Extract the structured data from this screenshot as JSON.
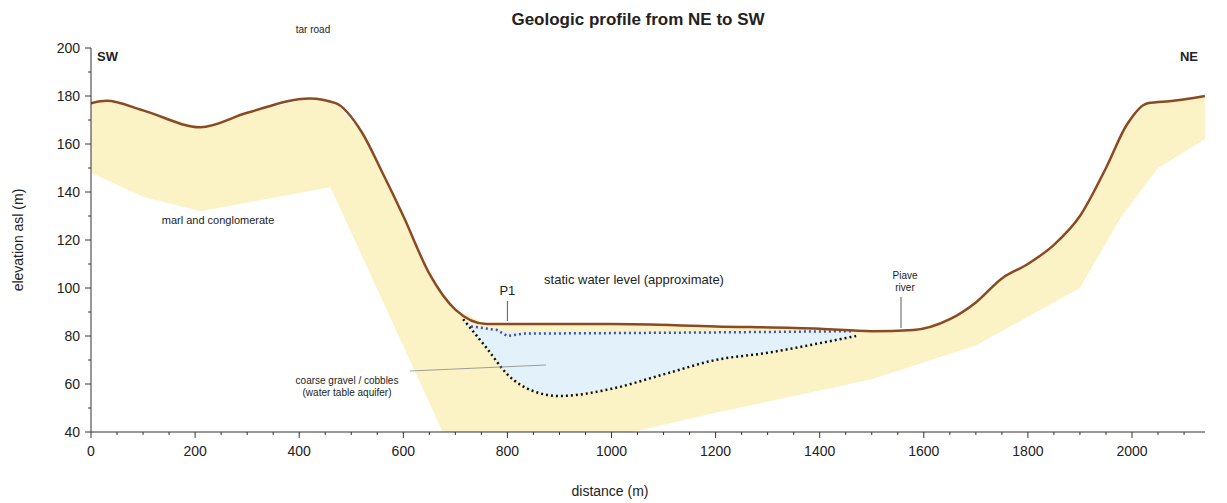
{
  "diagram": {
    "title": "Geologic profile from NE to SW",
    "labels": [
      "SW",
      "tar road",
      "NE",
      "marl and conglomerate",
      "P1",
      "static water level (approximate)",
      "Piave river",
      "coarse gravel / cobbles (water table aquifer)",
      "elevation asl (m)",
      "distance (m)",
      "200",
      "180",
      "160",
      "140",
      "120",
      "100",
      "80",
      "60",
      "40",
      "0",
      "200",
      "400",
      "600",
      "800",
      "1000",
      "1200",
      "1400",
      "1600",
      "1800",
      "2000"
    ]
  }
}
